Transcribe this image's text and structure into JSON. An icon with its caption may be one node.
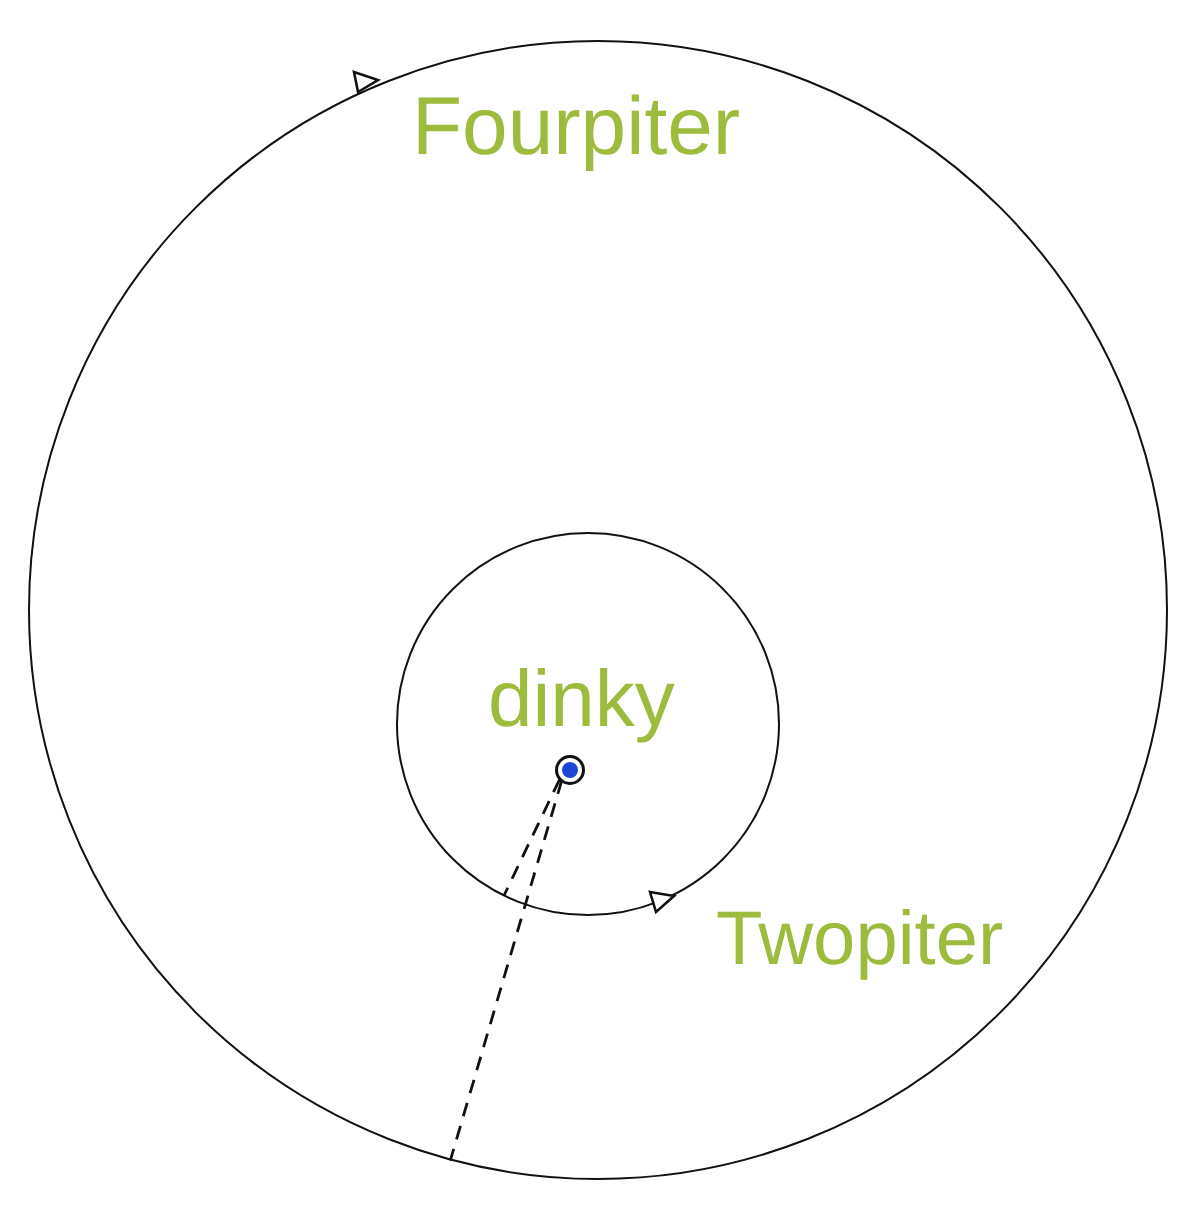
{
  "diagram": {
    "nodes": [
      {
        "text": [
          "Fourpiter"
        ]
      },
      {
        "text": [],
        "shape": "circle",
        "in": 0,
        "beside": [
          "Twopiter"
        ]
      },
      {
        "text": [],
        "shape": "circle",
        "in": 1,
        "beside": [
          "dinky"
        ]
      }
    ],
    "edges": [
      {
        "from": 2,
        "to": 1,
        "arrow": "none",
        "style": "dashed"
      },
      {
        "from": 2,
        "to": 0,
        "arrow": "none",
        "style": "dashed"
      }
    ]
  }
}
